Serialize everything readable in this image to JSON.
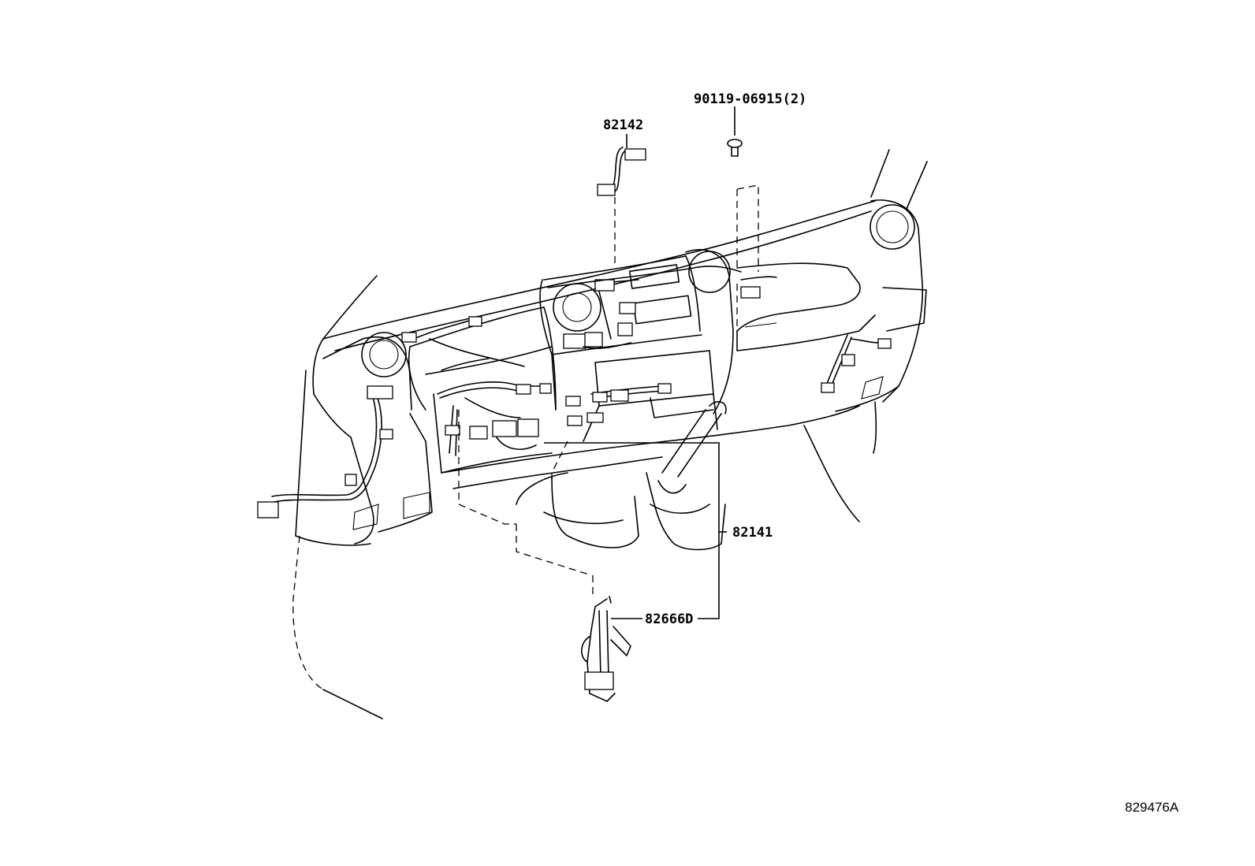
{
  "labels": {
    "clip_part": "90119-06915(2)",
    "sub_harness": "82142",
    "main_harness": "82141",
    "clamp": "82666D"
  },
  "diagram_ref": "829476A"
}
